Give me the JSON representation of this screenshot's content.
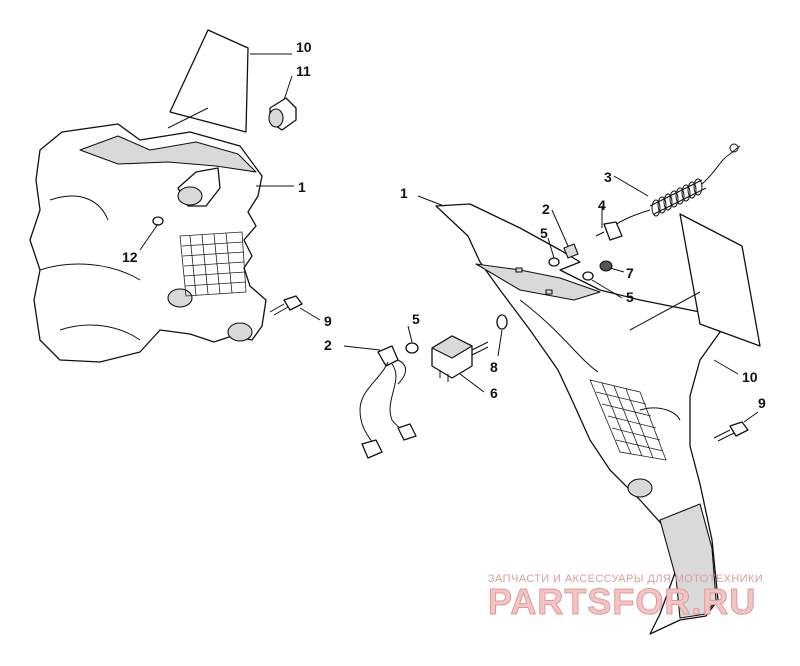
{
  "callouts": {
    "c10_left": "10",
    "c11": "11",
    "c1_left": "1",
    "c12": "12",
    "c9_left": "9",
    "c1_right": "1",
    "c2_top": "2",
    "c3": "3",
    "c4": "4",
    "c5_top": "5",
    "c7": "7",
    "c5_mid": "5",
    "c5_left": "5",
    "c2_bottom": "2",
    "c8": "8",
    "c6": "6",
    "c10_right": "10",
    "c9_right": "9"
  },
  "watermark": {
    "caption": "ЗАПЧАСТИ И АКСЕССУАРЫ ДЛЯ МОТОТЕХНИКИ",
    "logo": "PARTSFOR.RU"
  },
  "colors": {
    "line": "#111111",
    "watermark": "#e29a9a"
  }
}
